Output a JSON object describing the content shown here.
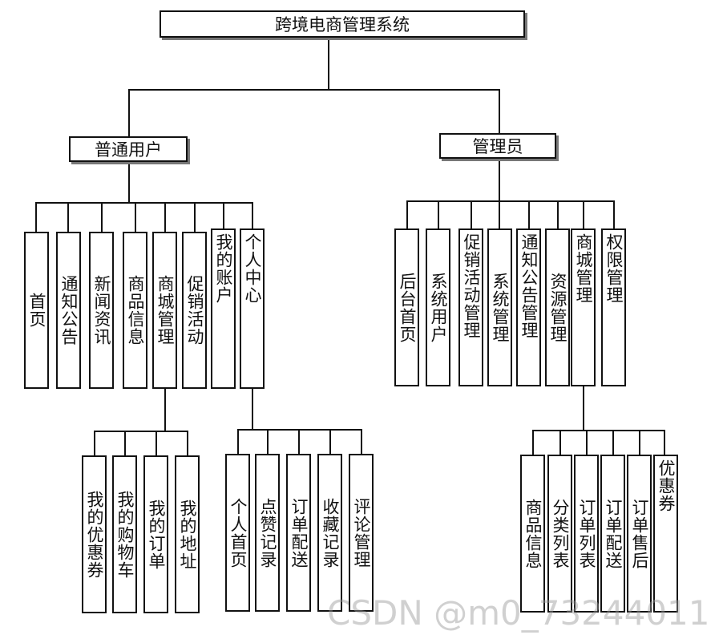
{
  "root": {
    "label": "跨境电商管理系统"
  },
  "user_branch": {
    "label": "普通用户",
    "children": [
      "首页",
      "通知公告",
      "新闻资讯",
      "商品信息",
      "商城管理",
      "促销活动",
      "我的账户",
      "个人中心"
    ],
    "account_children": [
      "我的优惠券",
      "我的购物车",
      "我的订单",
      "我的地址"
    ],
    "center_children": [
      "个人首页",
      "点赞记录",
      "订单配送",
      "收藏记录",
      "评论管理"
    ]
  },
  "admin_branch": {
    "label": "管理员",
    "children": [
      "后台首页",
      "系统用户",
      "促销活动管理",
      "系统管理",
      "通知公告管理",
      "资源管理",
      "商城管理",
      "权限管理"
    ],
    "mall_children": [
      "商品信息",
      "分类列表",
      "订单列表",
      "订单配送",
      "订单售后",
      "优惠券"
    ]
  },
  "watermark": "CSDN @m0_73244011"
}
